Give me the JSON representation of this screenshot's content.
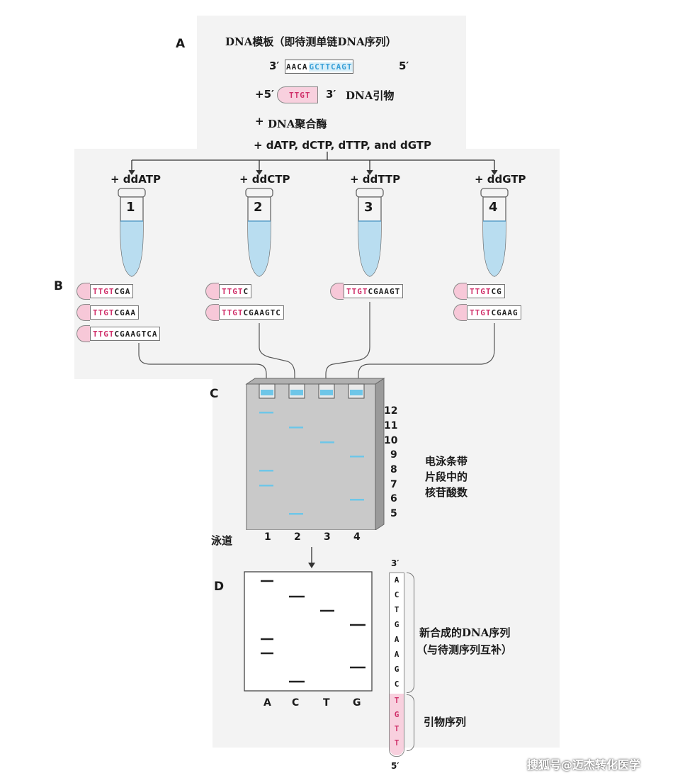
{
  "panel_a": {
    "letter": "A",
    "template_title": "DNA模板（即待测单链DNA序列）",
    "template_3": "3′",
    "template_dark": "AACA",
    "template_blue": "GCTTCAGT",
    "template_5": "5′",
    "primer_prefix": "+5′",
    "primer_seq": "TTGT",
    "primer_3": "3′",
    "primer_label": "DNA引物",
    "polymerase": "DNA聚合酶",
    "dntps": "+ dATP, dCTP, dTTP, and dGTP",
    "plus": "+"
  },
  "panel_b": {
    "letter": "B",
    "tubes": [
      {
        "label": "+ ddATP",
        "number": "1"
      },
      {
        "label": "+ ddCTP",
        "number": "2"
      },
      {
        "label": "+ ddTTP",
        "number": "3"
      },
      {
        "label": "+ ddGTP",
        "number": "4"
      }
    ],
    "fragments": {
      "primer": "TTGT",
      "t1": [
        "CGA",
        "CGAA",
        "CGAAGTCA"
      ],
      "t2": [
        "C",
        "CGAAGTC"
      ],
      "t3": [
        "CGAAGT"
      ],
      "t4": [
        "CG",
        "CGAAG"
      ]
    }
  },
  "panel_c": {
    "letter": "C",
    "size_numbers": [
      "12",
      "11",
      "10",
      "9",
      "8",
      "7",
      "6",
      "5"
    ],
    "lane_title": "泳道",
    "lanes": [
      "1",
      "2",
      "3",
      "4"
    ],
    "legend": [
      "电泳条带",
      "片段中的",
      "核苷酸数"
    ]
  },
  "panel_d": {
    "letter": "D",
    "lanes": [
      "A",
      "C",
      "T",
      "G"
    ],
    "strand_top": "3′",
    "strand_bottom": "5′",
    "new_seq": [
      "A",
      "C",
      "T",
      "G",
      "A",
      "A",
      "G",
      "C"
    ],
    "primer_seq": [
      "T",
      "G",
      "T",
      "T"
    ],
    "new_label_1": "新合成的DNA序列",
    "new_label_2": "（与待测序列互补）",
    "primer_label": "引物序列"
  },
  "watermark": "搜狐号@迈杰转化医学",
  "colors": {
    "primer_pink": "#d0306a",
    "template_blue": "#3aa0d8",
    "band_blue": "#6ec6e8",
    "gel_gray": "#c9c9c9"
  }
}
